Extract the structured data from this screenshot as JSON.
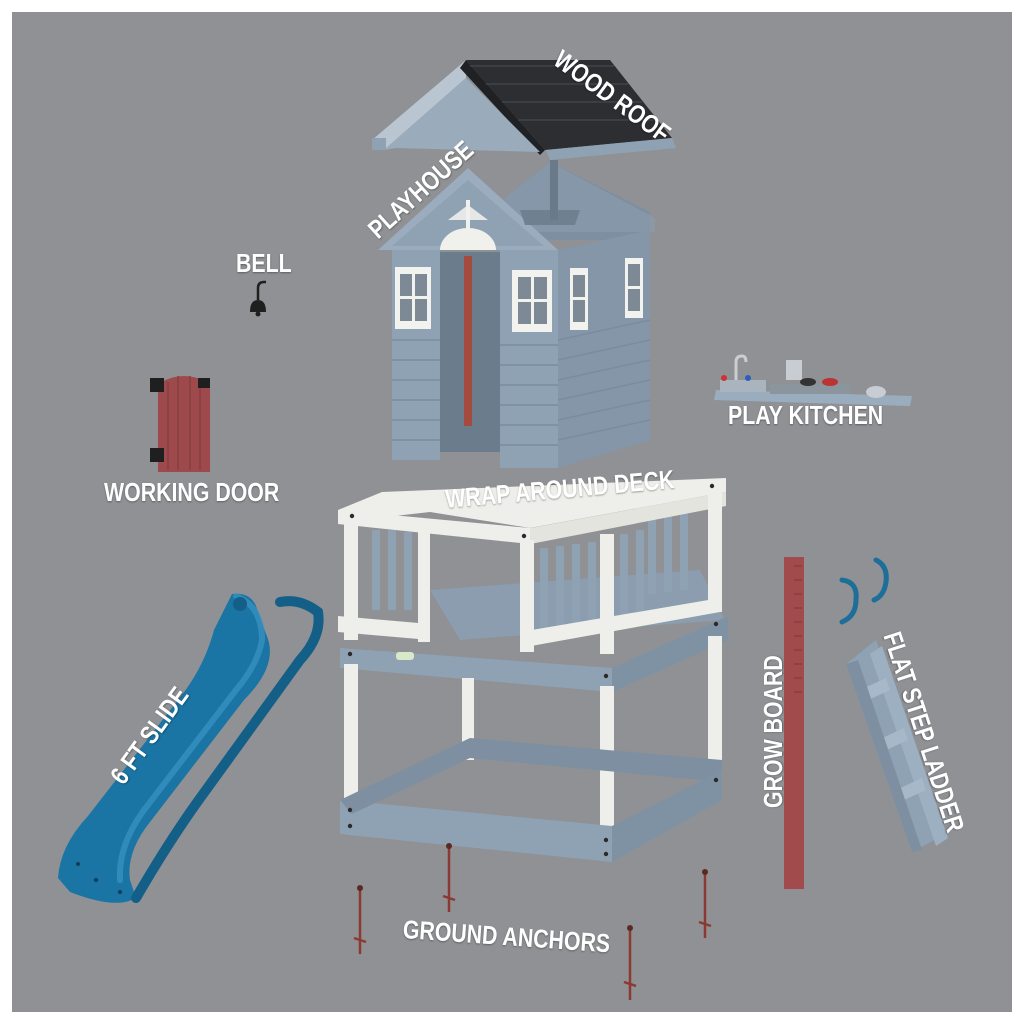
{
  "labels": {
    "wood_roof": "WOOD ROOF",
    "playhouse": "PLAYHOUSE",
    "bell": "BELL",
    "play_kitchen": "PLAY KITCHEN",
    "working_door": "WORKING DOOR",
    "wrap_around_deck": "WRAP AROUND DECK",
    "slide": "6 FT SLIDE",
    "grow_board": "GROW BOARD",
    "flat_step_ladder": "FLAT STEP LADDER",
    "ground_anchors": "GROUND ANCHORS"
  },
  "colors": {
    "background": "#8f9194",
    "house_blue": "#8fa2b4",
    "roof_black": "#2c2e31",
    "trim_white": "#eeeeea",
    "door_red": "#9e4a4c",
    "slide_blue": "#1a74a4",
    "grow_board_red": "#a24b4d",
    "anchor_red": "#8a3a30"
  }
}
